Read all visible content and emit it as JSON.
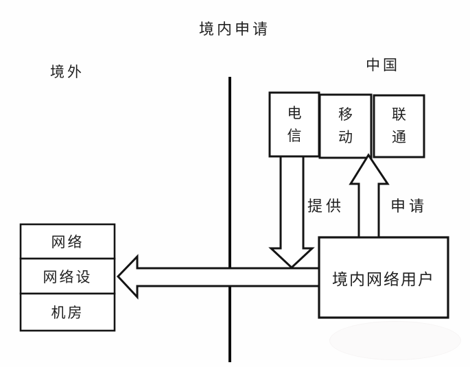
{
  "meta": {
    "background_color": "#fefefe",
    "line_color": "#141414",
    "text_color": "#1f1f1f",
    "shape_fill": "#ffffff"
  },
  "labels": {
    "title": "境内申请",
    "overseas_region": "境外",
    "china_region": "中国"
  },
  "operator_boxes": [
    {
      "id": "telecom",
      "label": "电信"
    },
    {
      "id": "mobile",
      "label": "移动"
    },
    {
      "id": "unicom",
      "label": "联通"
    }
  ],
  "user_box": {
    "label": "境内网络用户"
  },
  "resource_boxes": [
    {
      "label": "网络"
    },
    {
      "label": "网络设"
    },
    {
      "label": "机房"
    }
  ],
  "arrows": [
    {
      "id": "provide",
      "label": "提供",
      "direction": "down",
      "from": "电信",
      "to": "境内网络用户"
    },
    {
      "id": "apply",
      "label": "申请",
      "direction": "up",
      "from": "境内网络用户",
      "to": "移动"
    },
    {
      "id": "access",
      "label": "",
      "direction": "left",
      "from": "境内网络用户",
      "to": "网络设"
    }
  ],
  "divider": {
    "meaning": "境内/境外分界线"
  }
}
